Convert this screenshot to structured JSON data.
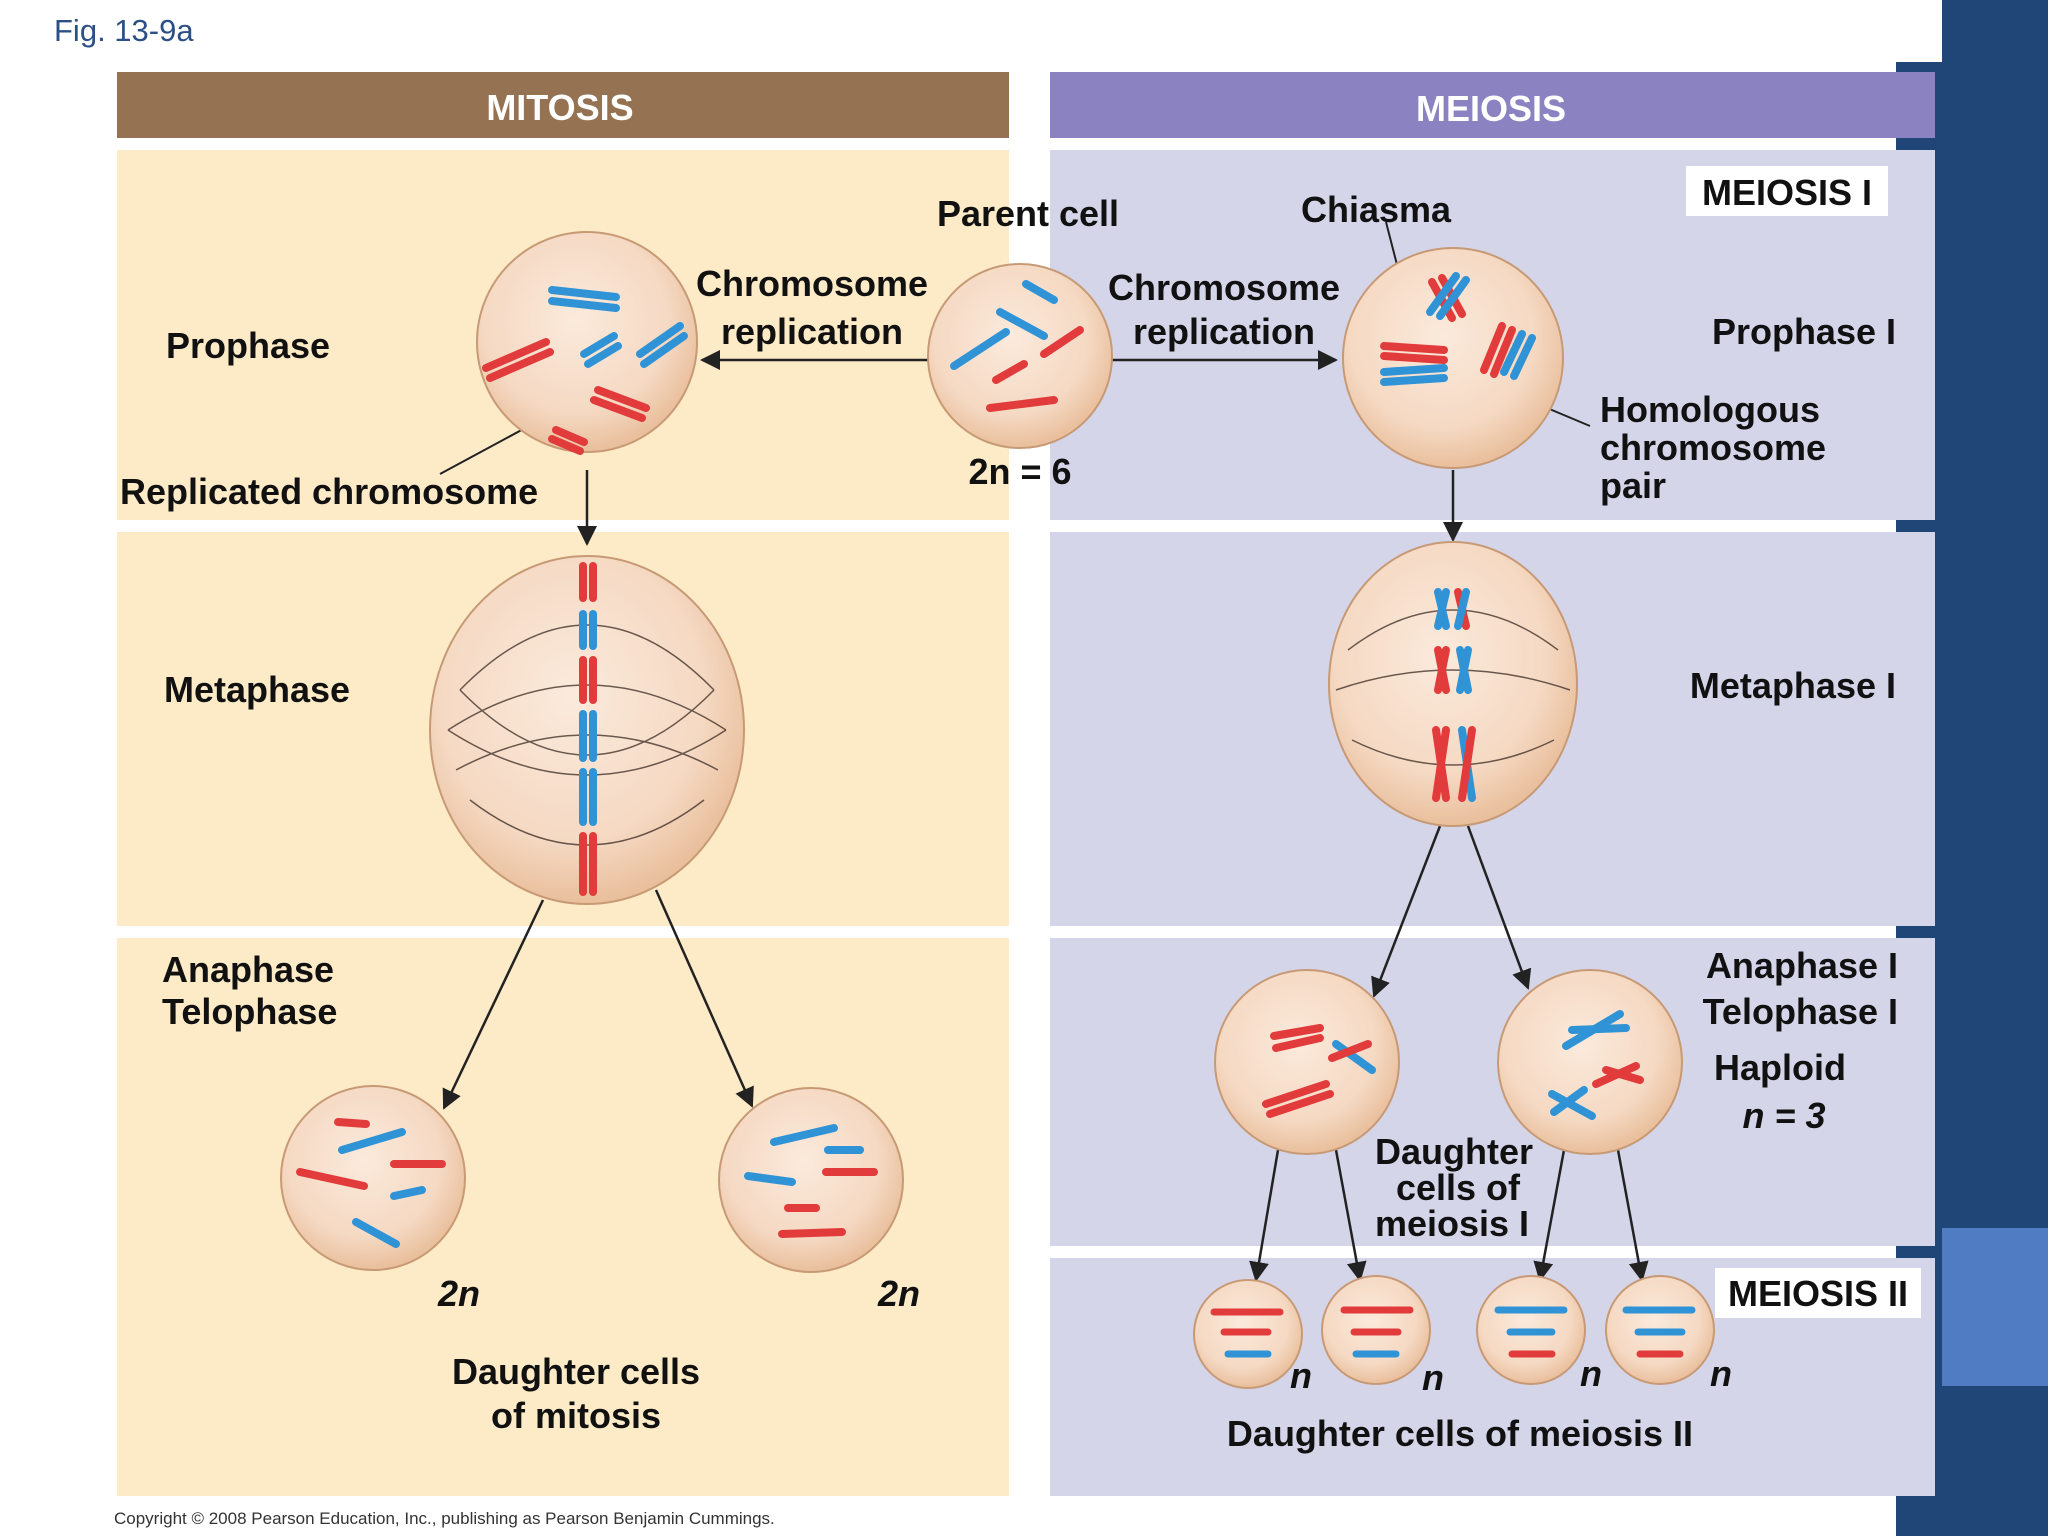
{
  "figure_label": "Fig. 13-9a",
  "copyright": "Copyright © 2008 Pearson Education, Inc., publishing as Pearson Benjamin Cummings.",
  "colors": {
    "mitosis_header": "#957352",
    "meiosis_header": "#8a82c1",
    "mitosis_panel": "#fdebc8",
    "meiosis_panel": "#d5d5ea",
    "chromosome_red": "#e23b3b",
    "chromosome_blue": "#2f93d6",
    "cell_fill": "#f6dcc8",
    "sidebar": "#1f4676",
    "sidebar_accent": "#4f7cc2"
  },
  "headers": {
    "mitosis": "MITOSIS",
    "meiosis": "MEIOSIS"
  },
  "parent": {
    "label": "Parent cell",
    "ploidy": "2n = 6"
  },
  "mitosis": {
    "replication": [
      "Chromosome",
      "replication"
    ],
    "prophase": "Prophase",
    "replicated_chromosome": "Replicated chromosome",
    "metaphase": "Metaphase",
    "anaphase_telophase": [
      "Anaphase",
      "Telophase"
    ],
    "ploidy_left": "2n",
    "ploidy_right": "2n",
    "daughter_cells": [
      "Daughter cells",
      "of mitosis"
    ]
  },
  "meiosis": {
    "meiosis_one": "MEIOSIS I",
    "chiasma": "Chiasma",
    "replication": [
      "Chromosome",
      "replication"
    ],
    "prophase": "Prophase I",
    "homologous_pair": [
      "Homologous",
      "chromosome",
      "pair"
    ],
    "metaphase": "Metaphase I",
    "anaphase_telophase": [
      "Anaphase I",
      "Telophase I"
    ],
    "haploid": [
      "Haploid",
      "n = 3"
    ],
    "daughter_cells_one": [
      "Daughter",
      "cells of",
      "meiosis I"
    ],
    "meiosis_two": "MEIOSIS II",
    "ploidy_labels": [
      "n",
      "n",
      "n",
      "n"
    ],
    "daughter_cells_two": "Daughter cells of meiosis II"
  }
}
